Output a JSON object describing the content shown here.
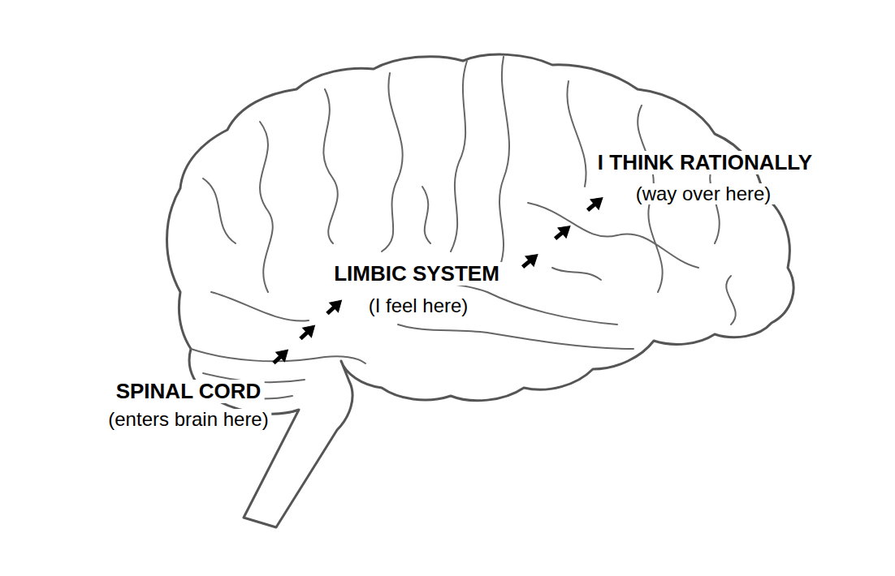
{
  "diagram": {
    "labels": [
      "I THINK RATIONALLY",
      "(way over here)",
      "LIMBIC SYSTEM",
      "(I feel here)",
      "SPINAL CORD",
      "(enters brain here)"
    ]
  }
}
